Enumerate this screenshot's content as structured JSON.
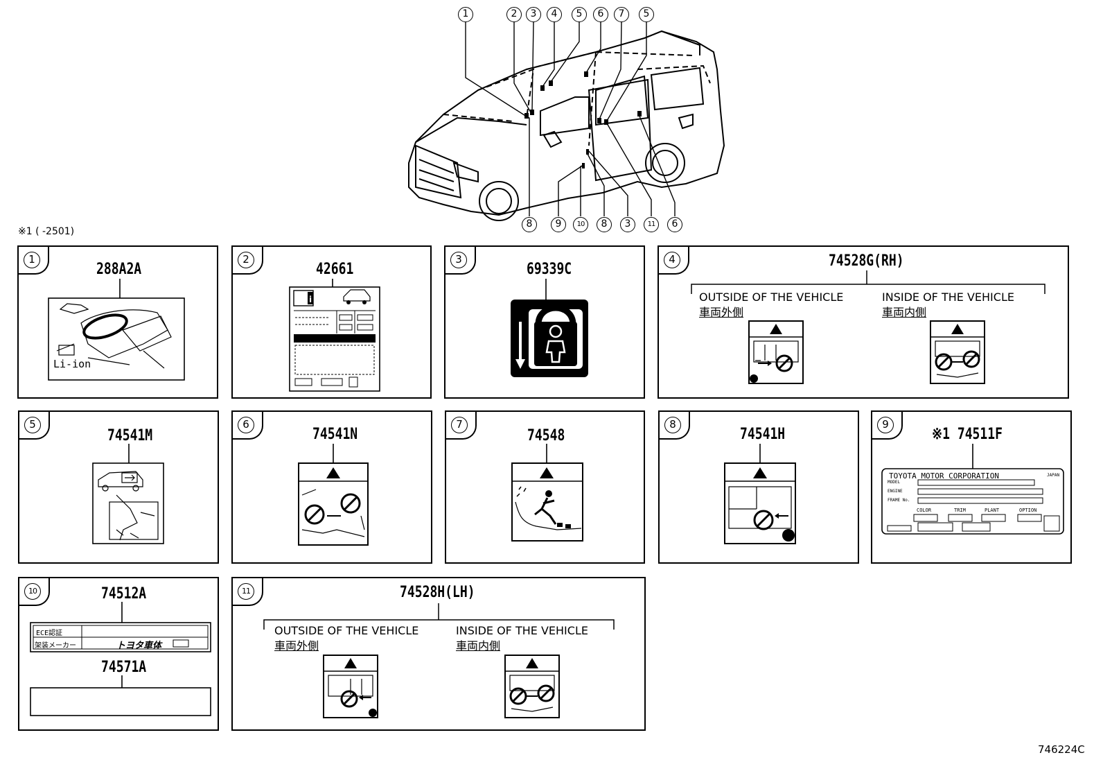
{
  "footnote": "※1 (       -2501)",
  "diagram_code": "746224C",
  "overview_callouts": {
    "top": [
      "1",
      "2",
      "3",
      "4",
      "5",
      "6",
      "7",
      "5"
    ],
    "bottom": [
      "8",
      "9",
      "10",
      "8",
      "3",
      "11",
      "6"
    ]
  },
  "panels": {
    "p1": {
      "num": "1",
      "part": "288A2A",
      "label_text": "Li-ion"
    },
    "p2": {
      "num": "2",
      "part": "42661"
    },
    "p3": {
      "num": "3",
      "part": "69339C"
    },
    "p4": {
      "num": "4",
      "part": "74528G(RH)",
      "outside": "OUTSIDE OF THE VEHICLE",
      "outside_jp": "車両外側",
      "inside": "INSIDE OF THE VEHICLE",
      "inside_jp": "車両内側"
    },
    "p5": {
      "num": "5",
      "part": "74541M"
    },
    "p6": {
      "num": "6",
      "part": "74541N"
    },
    "p7": {
      "num": "7",
      "part": "74548"
    },
    "p8": {
      "num": "8",
      "part": "74541H"
    },
    "p9": {
      "num": "9",
      "part": "※1 74511F",
      "plate": {
        "maker": "TOYOTA MOTOR CORPORATION",
        "country": "JAPAN",
        "rows": [
          "MODEL",
          "ENGINE",
          "FRAME No."
        ],
        "cols": [
          "COLOR",
          "TRIM",
          "PLANT",
          "OPTION"
        ]
      }
    },
    "p10": {
      "num": "10",
      "part": "74512A",
      "part2": "74571A",
      "row1": "ECE認証",
      "row2": "架装メーカー",
      "brand": "トヨタ車体"
    },
    "p11": {
      "num": "11",
      "part": "74528H(LH)",
      "outside": "OUTSIDE OF THE VEHICLE",
      "outside_jp": "車両外側",
      "inside": "INSIDE OF THE VEHICLE",
      "inside_jp": "車両内側"
    }
  }
}
